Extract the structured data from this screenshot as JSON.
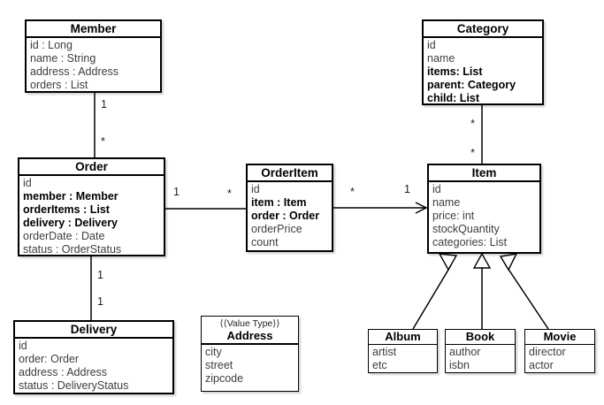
{
  "diagram_type": "uml-class-diagram",
  "colors": {
    "background": "#ffffff",
    "line": "#000000",
    "text_normal": "#3d3d3d",
    "text_bold": "#000000"
  },
  "classes": {
    "member": {
      "title": "Member",
      "attributes": [
        {
          "text": "id : Long",
          "bold": false
        },
        {
          "text": "name : String",
          "bold": false
        },
        {
          "text": "address : Address",
          "bold": false
        },
        {
          "text": "orders : List",
          "bold": false
        }
      ]
    },
    "category": {
      "title": "Category",
      "attributes": [
        {
          "text": "id",
          "bold": false
        },
        {
          "text": "name",
          "bold": false
        },
        {
          "text": "items: List",
          "bold": true
        },
        {
          "text": "parent: Category",
          "bold": true
        },
        {
          "text": "child: List",
          "bold": true
        }
      ]
    },
    "order": {
      "title": "Order",
      "attributes": [
        {
          "text": "id",
          "bold": false
        },
        {
          "text": "member : Member",
          "bold": true
        },
        {
          "text": "orderItems : List",
          "bold": true
        },
        {
          "text": "delivery : Delivery",
          "bold": true
        },
        {
          "text": "orderDate : Date",
          "bold": false
        },
        {
          "text": "status : OrderStatus",
          "bold": false
        }
      ]
    },
    "order_item": {
      "title": "OrderItem",
      "attributes": [
        {
          "text": "id",
          "bold": false
        },
        {
          "text": "item : Item",
          "bold": true
        },
        {
          "text": "order : Order",
          "bold": true
        },
        {
          "text": "orderPrice",
          "bold": false
        },
        {
          "text": "count",
          "bold": false
        }
      ]
    },
    "item": {
      "title": "Item",
      "attributes": [
        {
          "text": "id",
          "bold": false
        },
        {
          "text": "name",
          "bold": false
        },
        {
          "text": "price: int",
          "bold": false
        },
        {
          "text": "stockQuantity",
          "bold": false
        },
        {
          "text": "categories: List",
          "bold": false
        }
      ]
    },
    "delivery": {
      "title": "Delivery",
      "attributes": [
        {
          "text": "id",
          "bold": false
        },
        {
          "text": "order: Order",
          "bold": false
        },
        {
          "text": "address : Address",
          "bold": false
        },
        {
          "text": "status : DeliveryStatus",
          "bold": false
        }
      ]
    },
    "address": {
      "stereotype": "⟨⟨Value Type⟩⟩",
      "title": "Address",
      "attributes": [
        {
          "text": "city",
          "bold": false
        },
        {
          "text": "street",
          "bold": false
        },
        {
          "text": "zipcode",
          "bold": false
        }
      ]
    },
    "album": {
      "title": "Album",
      "attributes": [
        {
          "text": "artist",
          "bold": false
        },
        {
          "text": "etc",
          "bold": false
        }
      ]
    },
    "book": {
      "title": "Book",
      "attributes": [
        {
          "text": "author",
          "bold": false
        },
        {
          "text": "isbn",
          "bold": false
        }
      ]
    },
    "movie": {
      "title": "Movie",
      "attributes": [
        {
          "text": "director",
          "bold": false
        },
        {
          "text": "actor",
          "bold": false
        }
      ]
    }
  },
  "relationships": {
    "member_order": {
      "source_label": "1",
      "target_label": "*"
    },
    "order_orderitem": {
      "source_label": "1",
      "target_label": "*"
    },
    "orderitem_item": {
      "source_label": "*",
      "target_label": "1"
    },
    "category_item": {
      "source_label": "*",
      "target_label": "*"
    },
    "order_delivery": {
      "source_label": "1",
      "target_label": "1"
    }
  }
}
